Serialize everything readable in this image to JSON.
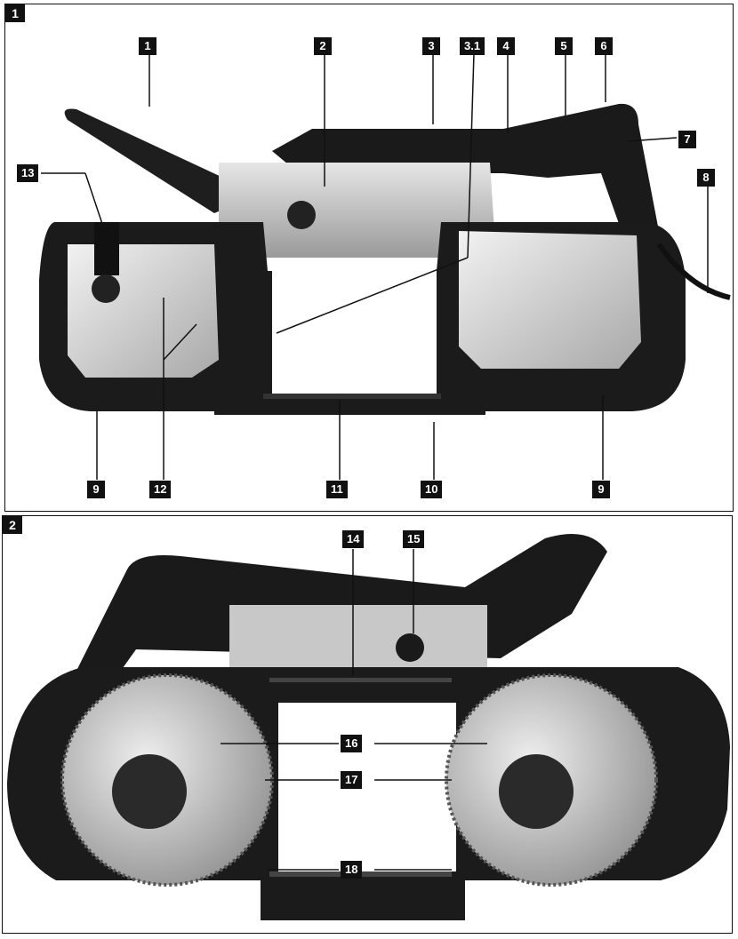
{
  "figure1": {
    "panel_number": "1",
    "callouts": {
      "c1": "1",
      "c2": "2",
      "c3": "3",
      "c31": "3.1",
      "c4": "4",
      "c5": "5",
      "c6": "6",
      "c7": "7",
      "c8": "8",
      "c9a": "9",
      "c9b": "9",
      "c10": "10",
      "c11": "11",
      "c12": "12",
      "c13": "13"
    }
  },
  "figure2": {
    "panel_number": "2",
    "callouts": {
      "c14": "14",
      "c15": "15",
      "c16": "16",
      "c17": "17",
      "c18": "18"
    }
  },
  "colors": {
    "label_bg": "#111111",
    "label_text": "#ffffff",
    "body_black": "#1a1a1a",
    "metal": "#c8c8c8"
  }
}
